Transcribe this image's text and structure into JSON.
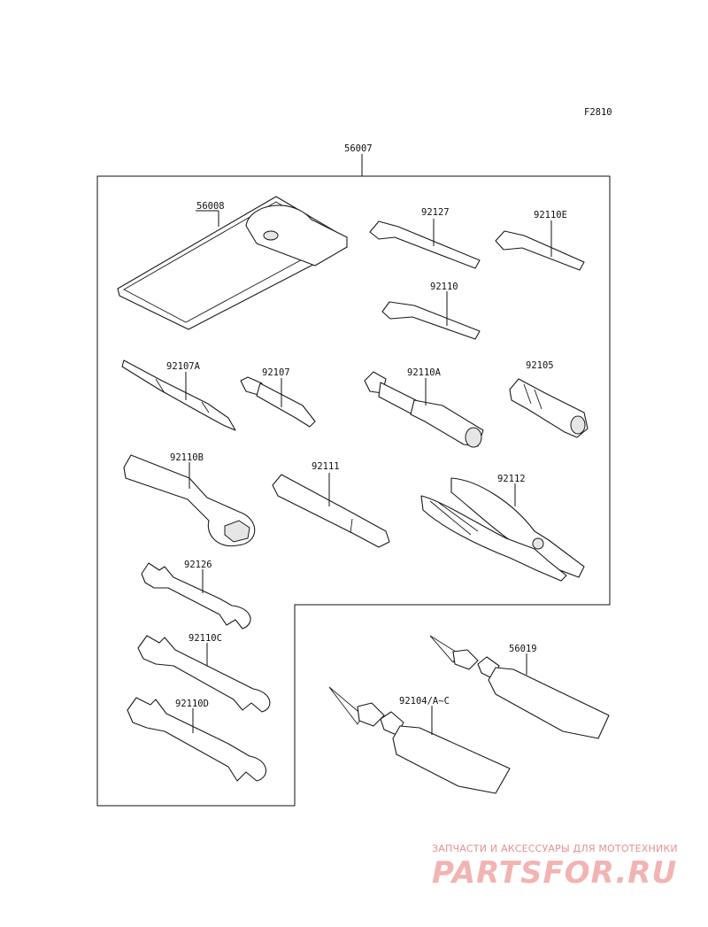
{
  "figure_code": "F2810",
  "labels": {
    "kit": "56007",
    "pouch": "56008",
    "hex_wrench_a": "92127",
    "hex_wrench_b": "92110E",
    "hex_wrench_c": "92110",
    "screwdriver_a": "92107A",
    "screwdriver_b": "92107",
    "socket_wrench": "92110A",
    "handle": "92105",
    "ring_wrench": "92110B",
    "bar": "92111",
    "pliers": "92112",
    "open_wrench_a": "92126",
    "open_wrench_b": "92110C",
    "open_wrench_c": "92110D",
    "grease_tube": "56019",
    "grease_tubes": "92104/A~C"
  },
  "watermark": {
    "caption": "ЗАПЧАСТИ И АКСЕССУАРЫ ДЛЯ МОТОТЕХНИКИ",
    "logo": "PARTSFOR.RU"
  }
}
